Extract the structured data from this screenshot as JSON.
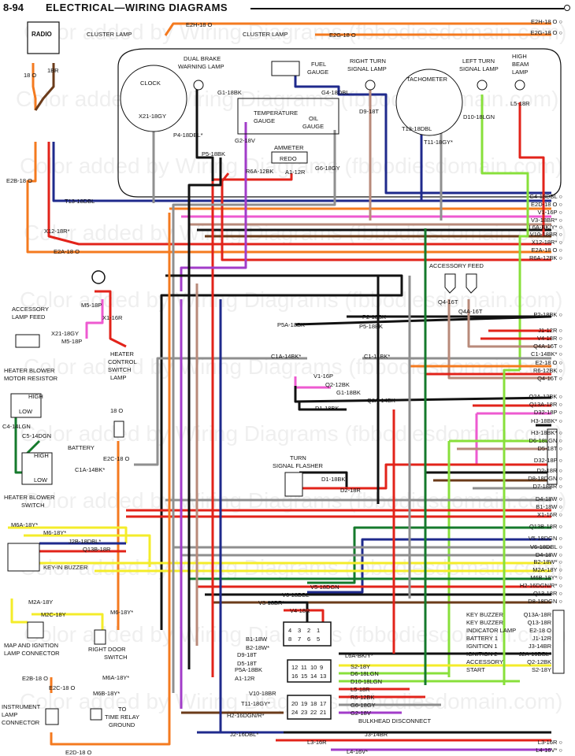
{
  "header": {
    "page_number": "8-94",
    "title": "ELECTRICAL—WIRING DIAGRAMS"
  },
  "watermark": "Color added by Wiring Diagrams (fbbodiesdomain.com)",
  "components": {
    "radio": "RADIO",
    "cluster_lamp": "CLUSTER LAMP",
    "dual_brake": "DUAL BRAKE",
    "warning_lamp": "WARNING LAMP",
    "fuel": "FUEL",
    "gauge": "GAUGE",
    "right_turn": "RIGHT TURN",
    "signal_lamp": "SIGNAL LAMP",
    "left_turn": "LEFT TURN",
    "high": "HIGH",
    "beam": "BEAM",
    "lamp": "LAMP",
    "clock": "CLOCK",
    "tachometer": "TACHOMETER",
    "temperature": "TEMPERATURE",
    "oil": "OIL",
    "ammeter": "AMMETER",
    "accessory_feed": "ACCESSORY FEED",
    "accessory": "ACCESSORY",
    "lamp_feed": "LAMP FEED",
    "heater": "HEATER",
    "control": "CONTROL",
    "switch": "SWITCH",
    "heater_blower": "HEATER BLOWER",
    "motor_resistor": "MOTOR RESISTOR",
    "low": "LOW",
    "battery": "BATTERY",
    "turn": "TURN",
    "signal_flasher": "SIGNAL FLASHER",
    "key_in_buzzer": "KEY-IN BUZZER",
    "map_and_ignition": "MAP AND IGNITION",
    "lamp_connector": "LAMP CONNECTOR",
    "right": "RIGHT",
    "door": "DOOR",
    "to": "TO",
    "time_relay": "TIME RELAY",
    "ground": "GROUND",
    "instrument": "INSTRUMENT",
    "connector": "CONNECTOR",
    "bulkhead_disconnect": "BULKHEAD DISCONNECT",
    "key_buzzer": "KEY BUZZER",
    "indicator_lamp": "INDICATOR LAMP",
    "battery1": "BATTERY 1",
    "ignition1": "IGNITION 1",
    "ignition2": "IGNITION 2",
    "start": "START",
    "redo": "REDO"
  },
  "wire_labels": {
    "e2h_18o": "E2H-18 O",
    "e2g_18o": "E2G-18 O",
    "ibr": "1BR",
    "io": "18 O",
    "x21_18gy": "X21-18GY",
    "g1_18bk": "G1-18BK",
    "p4_18dbl": "P4-18DBL*",
    "p5_18bk": "P5-18BK",
    "g2_18v": "G2-18V",
    "g4_18dbl": "G4-18DBL",
    "d9_18t": "D9-18T",
    "t13_18dbl": "T13-18DBL",
    "t11_18gy": "T11-18GY*",
    "d10_18lgn": "D10-18LGN",
    "l5_18r": "L5-18R",
    "r6a_12bk": "R6A-12BK",
    "a1_12r": "A1-12R",
    "g6_18gy": "G6-18GY",
    "e2b_18o": "E2B-18 O",
    "x12_18r": "X12-18R*",
    "e2a_18o": "E2A-18 O",
    "m5_18p": "M5-18P",
    "x1_16r": "X1-16R",
    "x21_18gy2": "X21-18GY",
    "m5_18p2": "M5-18P",
    "p5a_18bk": "P5A-18BK",
    "p2_18bk": "P2-18BK",
    "p5_18bk2": "P5-18BK",
    "q4_16t": "Q4-16T",
    "q4a_16t": "Q4A-16T",
    "c1a_14bk": "C1A-14BK*",
    "c1_14bk": "C1-14BK*",
    "v1_16p": "V1-16P",
    "q2_12bk": "Q2-12BK",
    "g1_18bk2": "G1-18BK",
    "q2a_14bk": "Q2A-14BK",
    "d1_18bk": "D1-18BK",
    "c4_14lgn": "C4-14LGN",
    "c5_14dgn": "C5-14DGN",
    "c1a_14bk2": "C1A-14BK*",
    "e2c_18o": "E2C-18 O",
    "d1_18bk2": "D1-18BK",
    "d2_18r": "D2-18R",
    "m6a_18y": "M6A-18Y*",
    "m6_18y": "M6-18Y*",
    "j2b_18dbl": "J2B-18DBL*",
    "q13b_18r": "Q13B-18R",
    "m2a_18y": "M2A-18Y",
    "m2c_18y": "M2C-18Y",
    "m6_18y2": "M6-18Y*",
    "e2b_18o2": "E2B-18 O",
    "e2c_18o2": "E2C-18 O",
    "m6a_18y2": "M6A-18Y*",
    "m6b_18y": "M6B-18Y*",
    "e2d_18o": "E2D-18 O",
    "v5_18dgn": "V5-18DGN",
    "v6_18dbl": "V6-18DBL",
    "v3_18br": "V3-18BR*",
    "v4_18r": "V4-18R",
    "b1_18w": "B1-18W",
    "b2_18w": "B2-18W*",
    "d9_18t2": "D9-18T",
    "d5_18t": "D5-18T",
    "p5a_18bk2": "P5A-18BK",
    "a1_12r2": "A1-12R",
    "v10_18br": "V10-18BR",
    "t11_18gy2": "T11-18GY*",
    "h2_16dgn": "H2-16DGN/R*",
    "j2_16dbl": "J2-16DBL*",
    "l6a_bky": "L6A-BK/Y*",
    "s2_18y": "S2-18Y",
    "d6_18lgn": "D6-18LGN",
    "d10_18lgn2": "D10-18LGN",
    "l5_18r2": "L5-18R",
    "r6_12bk": "R6-12BK",
    "g6_18gy2": "G6-18GY",
    "g2_18v2": "G2-18V",
    "j3_14br": "J3-14BR",
    "l3_16r": "L3-16R",
    "l4_16v": "L4-16V*"
  },
  "right_edge_labels": [
    "E2H-18 O",
    "E2G-18 O",
    "G4-18DBL",
    "E2D-18 O",
    "V1-16P",
    "V3-18BR*",
    "L6A-BK/Y*",
    "V10-18BR",
    "X12-18R*",
    "E2A-18 O",
    "R6A-12BK",
    "P2-18BK",
    "J1-12R",
    "V4-18R",
    "Q4A-16T",
    "C1-14BK*",
    "E2-18 O",
    "R6-12BK",
    "Q4-16T",
    "Q2A-12BK",
    "Q13A-18R",
    "D32-18P",
    "H3-18BK*",
    "H3-18BK*",
    "D6-18LGN",
    "D5-18T",
    "D32-18P",
    "D2-18R",
    "D8-18DGN",
    "D7-18BR",
    "D4-18W",
    "B1-18W",
    "X1-16R",
    "Q13B-18R",
    "V5-18DGN",
    "V6-18DBL",
    "D4-18W",
    "B2-18W*",
    "M2A-18Y",
    "M6B-18Y*",
    "H2-16DGN/R*",
    "Q13-18R",
    "D8-18DGN",
    "D7-18BR"
  ],
  "key_buzzer_block": {
    "rows": [
      "Q13A-18R",
      "Q13-18R",
      "E2-18 O",
      "J1-12R",
      "J3-14BR",
      "J2A-16DBL*",
      "Q2-12BK",
      "S2-18Y"
    ]
  },
  "bulkhead_pins": [
    "4",
    "3",
    "2",
    "1",
    "8",
    "7",
    "6",
    "5",
    "12",
    "11",
    "10",
    "9",
    "16",
    "15",
    "14",
    "13",
    "20",
    "19",
    "18",
    "17",
    "24",
    "23",
    "22",
    "21"
  ],
  "bottom_labels": [
    "L3-16R",
    "L4-16V*"
  ],
  "colors": {
    "orange": "#f47a1f",
    "red": "#e2231a",
    "blue": "#1f2a8c",
    "purple": "#a23cc9",
    "gray": "#8f8f8f",
    "black": "#111111",
    "tan": "#b88a7a",
    "yellow": "#f4ec2a",
    "lgreen": "#88e03b",
    "dgreen": "#157a2c",
    "pink": "#ee5ad0",
    "lblue": "#3b57d0",
    "brown": "#6b3b1a"
  }
}
